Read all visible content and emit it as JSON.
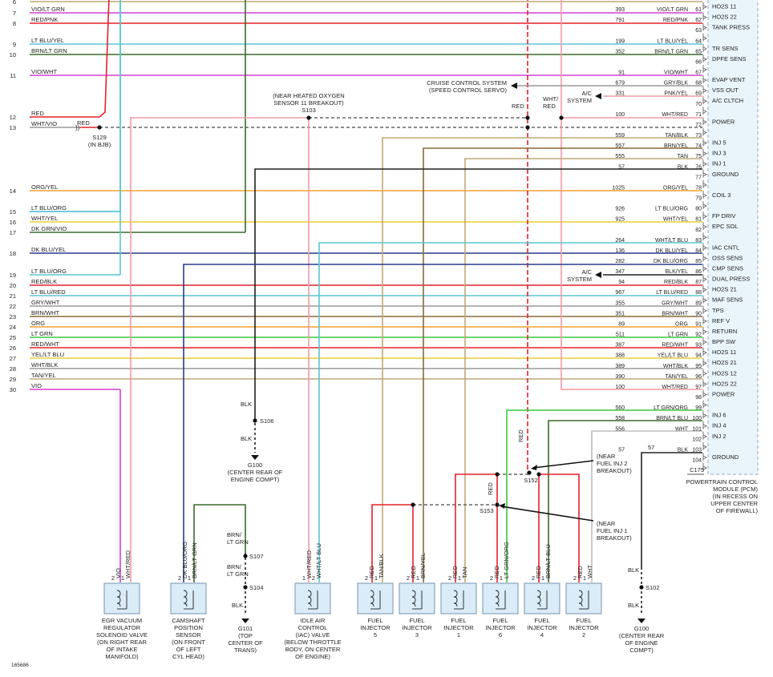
{
  "figure_id": "165686",
  "pcm": {
    "connector": "C175",
    "label_lines": [
      "POWERTRAIN CONTROL",
      "MODULE (PCM)",
      "(IN RECESS ON",
      "UPPER CENTER",
      "OF FIREWALL)"
    ]
  },
  "colors": {
    "RED": "#e8202a",
    "PINK": "#f29aa6",
    "VIO": "#d63fd6",
    "LTBLU": "#58c6d6",
    "BRN": "#8a6a3a",
    "DKGRN": "#3a6a2a",
    "TAN": "#bfa878",
    "BLK": "#222222",
    "ORG": "#f0a030",
    "YEL": "#e8d030",
    "LTGRN": "#3ac83a",
    "GRY": "#9a9a9a",
    "WHT": "#bdbdbd",
    "DKBLU": "#2a3a8a"
  },
  "left_wires": [
    {
      "num": "6",
      "label": "",
      "color": "TAN"
    },
    {
      "num": "7",
      "label": "VIO/LT GRN",
      "color": "VIO"
    },
    {
      "num": "8",
      "label": "RED/PNK",
      "color": "RED"
    },
    {
      "num": "9",
      "label": "LT BLU/YEL",
      "color": "LTBLU"
    },
    {
      "num": "10",
      "label": "BRN/LT GRN",
      "color": "DKGRN"
    },
    {
      "num": "11",
      "label": "VIO/WHT",
      "color": "VIO"
    },
    {
      "num": "12",
      "label": "RED",
      "color": "RED"
    },
    {
      "num": "13",
      "label": "WHT/VIO",
      "color": "GRY"
    },
    {
      "num": "14",
      "label": "ORG/YEL",
      "color": "ORG"
    },
    {
      "num": "15",
      "label": "LT BLU/ORG",
      "color": "LTBLU"
    },
    {
      "num": "16",
      "label": "WHT/YEL",
      "color": "YEL"
    },
    {
      "num": "17",
      "label": "DK GRN/VIO",
      "color": "DKGRN"
    },
    {
      "num": "18",
      "label": "DK BLU/YEL",
      "color": "DKBLU"
    },
    {
      "num": "19",
      "label": "LT BLU/ORG",
      "color": "LTBLU"
    },
    {
      "num": "20",
      "label": "RED/BLK",
      "color": "RED"
    },
    {
      "num": "21",
      "label": "LT BLU/RED",
      "color": "LTBLU"
    },
    {
      "num": "22",
      "label": "GRY/WHT",
      "color": "GRY"
    },
    {
      "num": "23",
      "label": "BRN/WHT",
      "color": "BRN"
    },
    {
      "num": "24",
      "label": "ORG",
      "color": "ORG"
    },
    {
      "num": "25",
      "label": "LT GRN",
      "color": "LTGRN"
    },
    {
      "num": "26",
      "label": "RED/WHT",
      "color": "RED"
    },
    {
      "num": "27",
      "label": "YEL/LT BLU",
      "color": "YEL"
    },
    {
      "num": "28",
      "label": "WHT/BLK",
      "color": "GRY"
    },
    {
      "num": "29",
      "label": "TAN/YEL",
      "color": "TAN"
    },
    {
      "num": "30",
      "label": "VIO",
      "color": "VIO"
    }
  ],
  "pins": [
    {
      "pin": "",
      "circuit": "",
      "wire": "",
      "func": "HO2S 11",
      "color": "TAN"
    },
    {
      "pin": "61",
      "circuit": "393",
      "wire": "VIO/LT GRN",
      "func": "HO2S 22",
      "color": "VIO"
    },
    {
      "pin": "62",
      "circuit": "791",
      "wire": "RED/PNK",
      "func": "TANK PRESS",
      "color": "RED"
    },
    {
      "pin": "63",
      "circuit": "",
      "wire": "",
      "func": "",
      "color": ""
    },
    {
      "pin": "64",
      "circuit": "199",
      "wire": "LT BLU/YEL",
      "func": "TR SENS",
      "color": "LTBLU"
    },
    {
      "pin": "65",
      "circuit": "352",
      "wire": "BRN/LT GRN",
      "func": "DPFE SENS",
      "color": "DKGRN"
    },
    {
      "pin": "66",
      "circuit": "",
      "wire": "",
      "func": "",
      "color": ""
    },
    {
      "pin": "67",
      "circuit": "91",
      "wire": "VIO/WHT",
      "func": "EVAP VENT",
      "color": "VIO"
    },
    {
      "pin": "68",
      "circuit": "679",
      "wire": "GRY/BLK",
      "func": "VSS OUT",
      "color": "GRY"
    },
    {
      "pin": "69",
      "circuit": "331",
      "wire": "PNK/YEL",
      "func": "A/C CLTCH",
      "color": "PINK"
    },
    {
      "pin": "70",
      "circuit": "",
      "wire": "",
      "func": "",
      "color": ""
    },
    {
      "pin": "71",
      "circuit": "100",
      "wire": "WHT/RED",
      "func": "POWER",
      "color": "PINK"
    },
    {
      "pin": "72",
      "circuit": "",
      "wire": "",
      "func": "",
      "color": ""
    },
    {
      "pin": "73",
      "circuit": "559",
      "wire": "TAN/BLK",
      "func": "INJ 5",
      "color": "TAN"
    },
    {
      "pin": "74",
      "circuit": "557",
      "wire": "BRN/YEL",
      "func": "INJ 3",
      "color": "BRN"
    },
    {
      "pin": "75",
      "circuit": "555",
      "wire": "TAN",
      "func": "INJ 1",
      "color": "TAN"
    },
    {
      "pin": "76",
      "circuit": "57",
      "wire": "BLK",
      "func": "GROUND",
      "color": "BLK"
    },
    {
      "pin": "77",
      "circuit": "",
      "wire": "",
      "func": "",
      "color": ""
    },
    {
      "pin": "78",
      "circuit": "1025",
      "wire": "ORG/YEL",
      "func": "COIL 3",
      "color": "ORG"
    },
    {
      "pin": "79",
      "circuit": "",
      "wire": "",
      "func": "",
      "color": ""
    },
    {
      "pin": "80",
      "circuit": "926",
      "wire": "LT BLU/ORG",
      "func": "FP DRIV",
      "color": "LTBLU"
    },
    {
      "pin": "81",
      "circuit": "925",
      "wire": "WHT/YEL",
      "func": "EPC SOL",
      "color": "YEL"
    },
    {
      "pin": "82",
      "circuit": "",
      "wire": "",
      "func": "",
      "color": ""
    },
    {
      "pin": "83",
      "circuit": "264",
      "wire": "WHT/LT BLU",
      "func": "IAC CNTL",
      "color": "LTBLU"
    },
    {
      "pin": "84",
      "circuit": "136",
      "wire": "DK BLU/YEL",
      "func": "OSS SENS",
      "color": "DKBLU"
    },
    {
      "pin": "85",
      "circuit": "282",
      "wire": "DK BLU/ORG",
      "func": "CMP SENS",
      "color": "DKBLU"
    },
    {
      "pin": "86",
      "circuit": "347",
      "wire": "BLK/YEL",
      "func": "DUAL PRESS",
      "color": "BLK"
    },
    {
      "pin": "87",
      "circuit": "94",
      "wire": "RED/BLK",
      "func": "HO2S 21",
      "color": "RED"
    },
    {
      "pin": "88",
      "circuit": "967",
      "wire": "LT BLU/RED",
      "func": "MAF SENS",
      "color": "LTBLU"
    },
    {
      "pin": "89",
      "circuit": "355",
      "wire": "GRY/WHT",
      "func": "TPS",
      "color": "GRY"
    },
    {
      "pin": "90",
      "circuit": "351",
      "wire": "BRN/WHT",
      "func": "REF V",
      "color": "BRN"
    },
    {
      "pin": "91",
      "circuit": "89",
      "wire": "ORG",
      "func": "RETURN",
      "color": "ORG"
    },
    {
      "pin": "92",
      "circuit": "511",
      "wire": "LT GRN",
      "func": "BPP SW",
      "color": "LTGRN"
    },
    {
      "pin": "93",
      "circuit": "387",
      "wire": "RED/WHT",
      "func": "HO2S 11",
      "color": "RED"
    },
    {
      "pin": "94",
      "circuit": "388",
      "wire": "YEL/LT BLU",
      "func": "HO2S 21",
      "color": "YEL"
    },
    {
      "pin": "95",
      "circuit": "389",
      "wire": "WHT/BLK",
      "func": "HO2S 12",
      "color": "GRY"
    },
    {
      "pin": "96",
      "circuit": "390",
      "wire": "TAN/YEL",
      "func": "HO2S 22",
      "color": "TAN"
    },
    {
      "pin": "97",
      "circuit": "100",
      "wire": "WHT/RED",
      "func": "POWER",
      "color": "PINK"
    },
    {
      "pin": "98",
      "circuit": "",
      "wire": "",
      "func": "",
      "color": ""
    },
    {
      "pin": "99",
      "circuit": "560",
      "wire": "LT GRN/ORG",
      "func": "INJ 6",
      "color": "LTGRN"
    },
    {
      "pin": "100",
      "circuit": "558",
      "wire": "BRN/LT BLU",
      "func": "INJ 4",
      "color": "DKGRN"
    },
    {
      "pin": "101",
      "circuit": "556",
      "wire": "WHT",
      "func": "INJ 2",
      "color": "WHT"
    },
    {
      "pin": "102",
      "circuit": "",
      "wire": "",
      "func": "",
      "color": ""
    },
    {
      "pin": "103",
      "circuit": "57",
      "wire": "BLK",
      "func": "GROUND",
      "color": "BLK"
    },
    {
      "pin": "104",
      "circuit": "",
      "wire": "",
      "func": "",
      "color": ""
    }
  ],
  "splices": [
    {
      "id": "S129",
      "lines": [
        "S129",
        "(IN BJB)"
      ]
    },
    {
      "id": "S103",
      "lines": [
        "(NEAR HEATED OXYGEN",
        "SENSOR 11 BREAKOUT)",
        "S103"
      ]
    },
    {
      "id": "S106",
      "lines": [
        "S106"
      ]
    },
    {
      "id": "S107",
      "lines": [
        "S107"
      ]
    },
    {
      "id": "S104",
      "lines": [
        "S104"
      ]
    },
    {
      "id": "S152",
      "lines": [
        "S152"
      ]
    },
    {
      "id": "S153",
      "lines": [
        "S153"
      ]
    },
    {
      "id": "S102",
      "lines": [
        "S102"
      ]
    }
  ],
  "grounds": [
    {
      "id": "G100a",
      "lines": [
        "G100",
        "(CENTER REAR OF",
        "ENGINE COMPT)"
      ]
    },
    {
      "id": "G101",
      "lines": [
        "G101",
        "(TOP",
        "CENTER OF",
        "TRANS)"
      ]
    },
    {
      "id": "G100b",
      "lines": [
        "G100",
        "(CENTER REAR",
        "OF ENGINE",
        "COMPT)"
      ]
    }
  ],
  "notes": {
    "cruise": [
      "CRUISE CONTROL SYSTEM",
      "(SPEED CONTROL SERVO)"
    ],
    "ac_system": [
      "A/C",
      "SYSTEM"
    ],
    "near_inj2": [
      "(NEAR",
      "FUEL INJ 2",
      "BREAKOUT)"
    ],
    "near_inj1": [
      "(NEAR",
      "FUEL INJ 1",
      "BREAKOUT)"
    ],
    "wht_red": [
      "WHT/",
      "RED"
    ],
    "red": "RED",
    "blk": "BLK",
    "brn_ltgrn": [
      "BRN/",
      "LT GRN"
    ]
  },
  "components": [
    {
      "id": "egr",
      "lines": [
        "EGR VACUUM",
        "REGULATOR",
        "SOLENOID VALVE",
        "(ON RIGHT REAR",
        "OF INTAKE",
        "MANIFOLD)"
      ],
      "pins": [
        {
          "n": "2",
          "w": "VIO"
        },
        {
          "n": "1",
          "w": "WHT/RED"
        }
      ]
    },
    {
      "id": "cmp",
      "lines": [
        "CAMSHAFT",
        "POSITION",
        "SENSOR",
        "(ON FRONT",
        "OF LEFT",
        "CYL HEAD)"
      ],
      "pins": [
        {
          "n": "2",
          "w": "DK BLU/ORG"
        },
        {
          "n": "1",
          "w": "BRN/LT GRN"
        }
      ]
    },
    {
      "id": "iac",
      "lines": [
        "IDLE AIR",
        "CONTROL",
        "(IAC) VALVE",
        "(BELOW THROTTLE",
        "BODY, ON CENTER",
        "OF ENGINE)"
      ],
      "pins": [
        {
          "n": "1",
          "w": "WHT/RED"
        },
        {
          "n": "2",
          "w": "WHT/LT BLU"
        }
      ]
    },
    {
      "id": "inj5",
      "lines": [
        "FUEL",
        "INJECTOR",
        "5"
      ],
      "pins": [
        {
          "n": "2",
          "w": "RED"
        },
        {
          "n": "1",
          "w": "TAN/BLK"
        }
      ]
    },
    {
      "id": "inj3",
      "lines": [
        "FUEL",
        "INJECTOR",
        "3"
      ],
      "pins": [
        {
          "n": "2",
          "w": "RED"
        },
        {
          "n": "1",
          "w": "BRN/YEL"
        }
      ]
    },
    {
      "id": "inj1",
      "lines": [
        "FUEL",
        "INJECTOR",
        "1"
      ],
      "pins": [
        {
          "n": "2",
          "w": "RED"
        },
        {
          "n": "1",
          "w": "TAN"
        }
      ]
    },
    {
      "id": "inj6",
      "lines": [
        "FUEL",
        "INJECTOR",
        "6"
      ],
      "pins": [
        {
          "n": "2",
          "w": "RED"
        },
        {
          "n": "1",
          "w": "LT GRN/ORG"
        }
      ]
    },
    {
      "id": "inj4",
      "lines": [
        "FUEL",
        "INJECTOR",
        "4"
      ],
      "pins": [
        {
          "n": "2",
          "w": "RED"
        },
        {
          "n": "1",
          "w": "BRN/LT BLU"
        }
      ]
    },
    {
      "id": "inj2",
      "lines": [
        "FUEL",
        "INJECTOR",
        "2"
      ],
      "pins": [
        {
          "n": "2",
          "w": "RED"
        },
        {
          "n": "1",
          "w": "WHT"
        }
      ]
    }
  ]
}
